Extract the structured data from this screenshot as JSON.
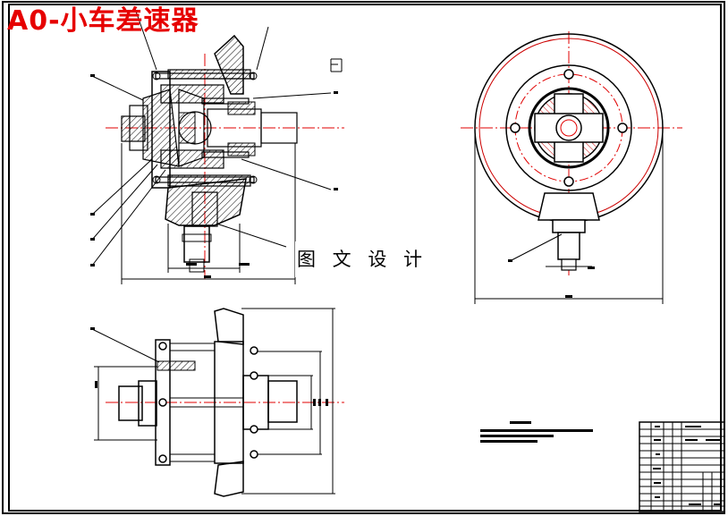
{
  "title": "A0-小车差速器",
  "watermark": "图 文 设 计",
  "colors": {
    "title_red": "#e60000",
    "line_black": "#000000",
    "centerline_red": "#e00000",
    "section_red": "#cc0000"
  },
  "icons": [
    "surface-finish-symbol"
  ]
}
